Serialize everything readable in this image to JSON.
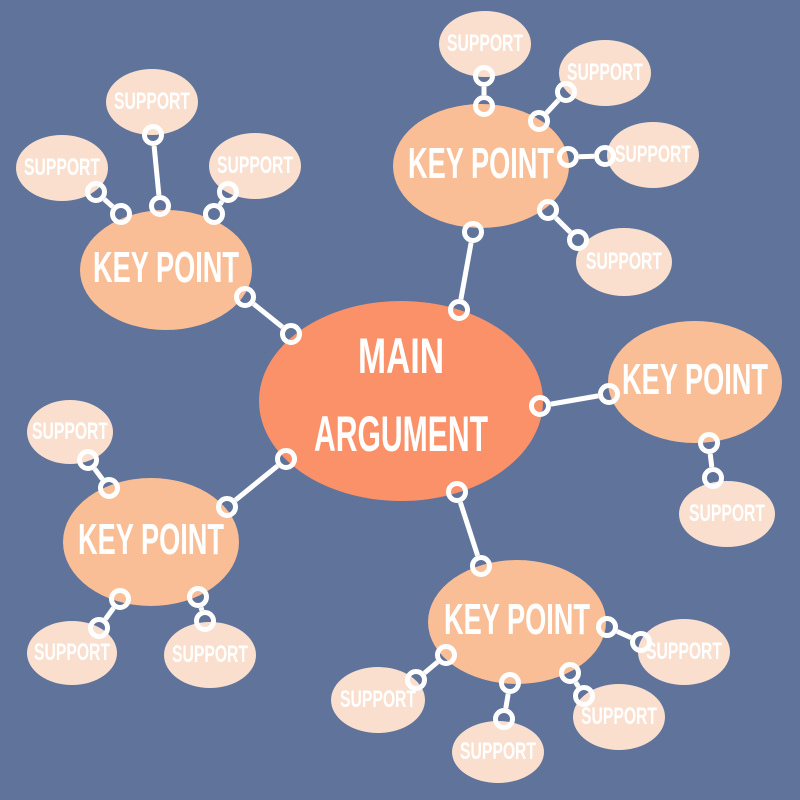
{
  "diagram": {
    "type": "mind-map",
    "main": {
      "lines": [
        "MAIN",
        "ARGUMENT"
      ]
    },
    "key_points": [
      {
        "id": "top-left",
        "label": "KEY POINT",
        "supports": [
          "SUPPORT",
          "SUPPORT",
          "SUPPORT"
        ]
      },
      {
        "id": "top-right",
        "label": "KEY POINT",
        "supports": [
          "SUPPORT",
          "SUPPORT",
          "SUPPORT",
          "SUPPORT"
        ]
      },
      {
        "id": "right",
        "label": "KEY POINT",
        "supports": [
          "SUPPORT"
        ]
      },
      {
        "id": "bottom-right",
        "label": "KEY POINT",
        "supports": [
          "SUPPORT",
          "SUPPORT",
          "SUPPORT",
          "SUPPORT"
        ]
      },
      {
        "id": "bottom-left",
        "label": "KEY POINT",
        "supports": [
          "SUPPORT",
          "SUPPORT",
          "SUPPORT"
        ]
      }
    ]
  },
  "colors": {
    "background": "#60739A",
    "main_node": "#FA9168",
    "key_point_node": "#F9BE96",
    "support_node": "#FADFCE",
    "connector": "#FFFFFF",
    "text": "#FFFFFF"
  }
}
